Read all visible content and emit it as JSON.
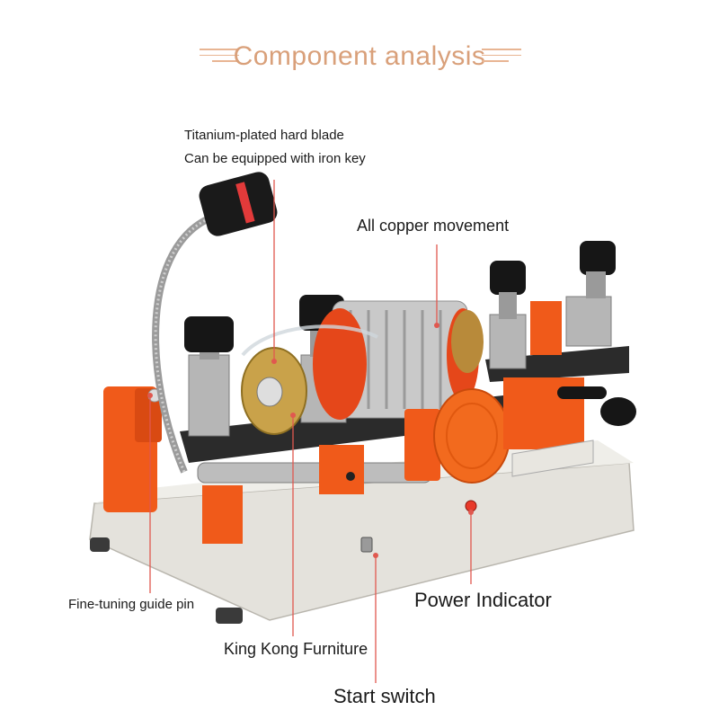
{
  "header": {
    "title": "Component analysis"
  },
  "labels": {
    "blade_line1": "Titanium-plated hard blade",
    "blade_line2": "Can be equipped with iron key",
    "movement": "All copper movement",
    "guide_pin": "Fine-tuning guide pin",
    "furniture": "King Kong Furniture",
    "power_indicator": "Power Indicator",
    "start_switch": "Start switch"
  },
  "colors": {
    "title": "#d9a07a",
    "accent_orange": "#f05a1a",
    "leader_line": "#e0584f",
    "base_gray": "#e4e2dc"
  }
}
